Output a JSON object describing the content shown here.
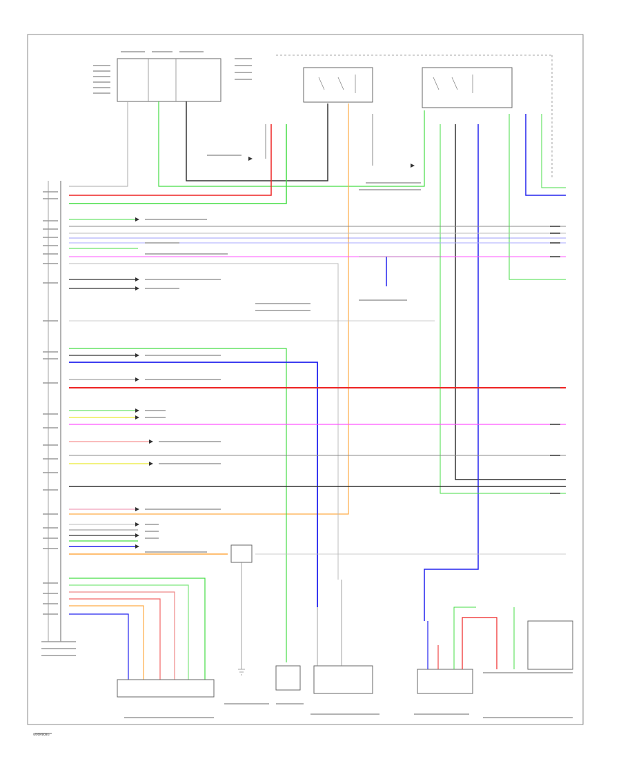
{
  "figure_id": "W06MB0BG",
  "colors": {
    "green": "#44dd44",
    "red": "#ee2222",
    "blue": "#2222ee",
    "pink": "#ff55ff",
    "gray": "#888888",
    "dark": "#333333",
    "orange": "#ffaa44",
    "yellow": "#eeee55",
    "lightgray": "#bbbbbb"
  },
  "icons": [
    "ground-symbol",
    "switch-contact",
    "sensor-coil"
  ]
}
